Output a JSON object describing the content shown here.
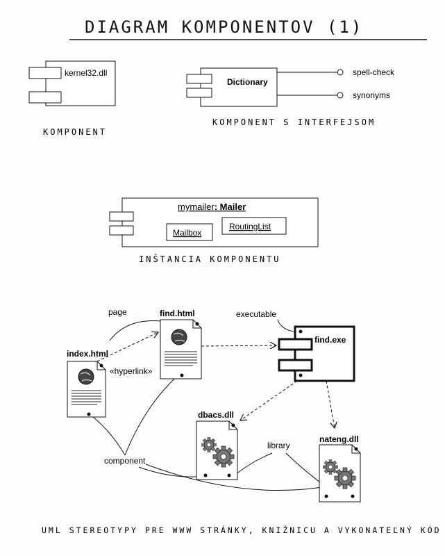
{
  "title": "DIAGRAM KOMPONENTOV (1)",
  "component_example": {
    "name": "kernel32.dll",
    "caption": "KOMPONENT"
  },
  "interface_example": {
    "name": "Dictionary",
    "interfaces": [
      "spell-check",
      "synonyms"
    ],
    "caption": "KOMPONENT S INTERFEJSOM"
  },
  "instance_example": {
    "instance_name": "mymailer",
    "type_name": ": Mailer",
    "parts": [
      "Mailbox",
      "RoutingList"
    ],
    "caption": "INŠTANCIA KOMPONENTU"
  },
  "stereotypes": {
    "files": {
      "index": "index.html",
      "find": "find.html",
      "exe": "find.exe",
      "dbacs": "dbacs.dll",
      "nateng": "nateng.dll"
    },
    "notes": {
      "page": "page",
      "executable": "executable",
      "hyperlink": "«hyperlink»",
      "library": "library",
      "component": "component"
    },
    "caption": "UML STEREOTYPY PRE WWW STRÁNKY, KNIŽNICU A VYKONATEĽNÝ KÓD"
  }
}
